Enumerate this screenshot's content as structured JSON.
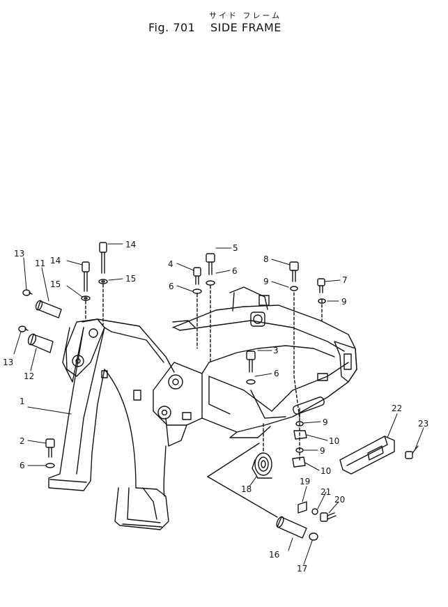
{
  "header": {
    "title_jp": "サイド フレーム",
    "fig_number": "Fig. 701",
    "title_en": "SIDE FRAME"
  },
  "callouts": [
    {
      "id": "c1",
      "text": "1"
    },
    {
      "id": "c2",
      "text": "2"
    },
    {
      "id": "c3",
      "text": "3"
    },
    {
      "id": "c4",
      "text": "4"
    },
    {
      "id": "c5",
      "text": "5"
    },
    {
      "id": "c6a",
      "text": "6"
    },
    {
      "id": "c6b",
      "text": "6"
    },
    {
      "id": "c6c",
      "text": "6"
    },
    {
      "id": "c6d",
      "text": "6"
    },
    {
      "id": "c7",
      "text": "7"
    },
    {
      "id": "c8",
      "text": "8"
    },
    {
      "id": "c9a",
      "text": "9"
    },
    {
      "id": "c9b",
      "text": "9"
    },
    {
      "id": "c9c",
      "text": "9"
    },
    {
      "id": "c9d",
      "text": "9"
    },
    {
      "id": "c10a",
      "text": "10"
    },
    {
      "id": "c10b",
      "text": "10"
    },
    {
      "id": "c11",
      "text": "11"
    },
    {
      "id": "c12",
      "text": "12"
    },
    {
      "id": "c13a",
      "text": "13"
    },
    {
      "id": "c13b",
      "text": "13"
    },
    {
      "id": "c14a",
      "text": "14"
    },
    {
      "id": "c14b",
      "text": "14"
    },
    {
      "id": "c15a",
      "text": "15"
    },
    {
      "id": "c15b",
      "text": "15"
    },
    {
      "id": "c16",
      "text": "16"
    },
    {
      "id": "c17",
      "text": "17"
    },
    {
      "id": "c18",
      "text": "18"
    },
    {
      "id": "c19",
      "text": "19"
    },
    {
      "id": "c20",
      "text": "20"
    },
    {
      "id": "c21",
      "text": "21"
    },
    {
      "id": "c22",
      "text": "22"
    },
    {
      "id": "c23",
      "text": "23"
    }
  ]
}
